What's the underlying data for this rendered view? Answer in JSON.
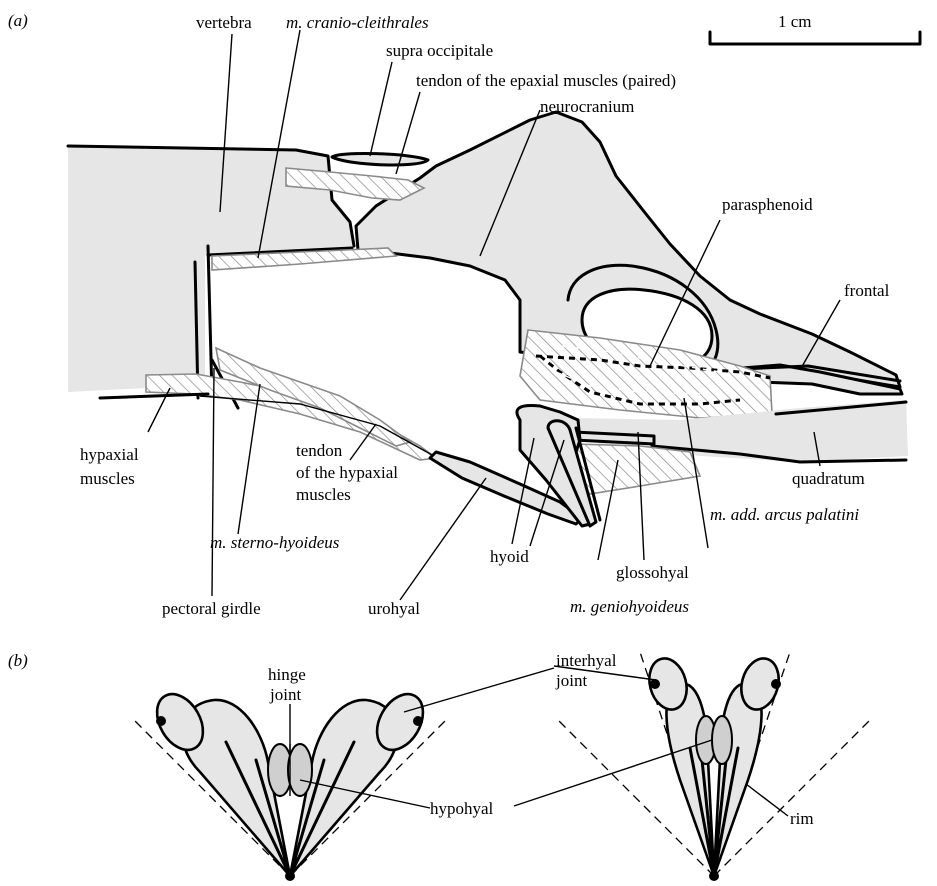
{
  "panel_a": {
    "label": "(a)",
    "scale_bar": "1 cm",
    "labels": {
      "vertebra": "vertebra",
      "cranio_cleithrales": "m. cranio-cleithrales",
      "supra_occipitale": "supra occipitale",
      "tendon_epaxial": "tendon of the epaxial muscles (paired)",
      "neurocranium": "neurocranium",
      "parasphenoid": "parasphenoid",
      "frontal": "frontal",
      "hypaxial_muscles_1": "hypaxial",
      "hypaxial_muscles_2": "muscles",
      "tendon_hypaxial_1": "tendon",
      "tendon_hypaxial_2": "of the hypaxial",
      "tendon_hypaxial_3": "muscles",
      "sterno_hyoideus": "m. sterno-hyoideus",
      "pectoral_girdle": "pectoral girdle",
      "urohyal": "urohyal",
      "hyoid": "hyoid",
      "geniohyoideus": "m. geniohyoideus",
      "glossohyal": "glossohyal",
      "quadratum": "quadratum",
      "add_arcus": "m. add. arcus palatini"
    }
  },
  "panel_b": {
    "label": "(b)",
    "labels": {
      "hinge_1": "hinge",
      "hinge_2": "joint",
      "interhyal_1": "interhyal",
      "interhyal_2": "joint",
      "hypohyal": "hypohyal",
      "rim": "rim"
    }
  }
}
